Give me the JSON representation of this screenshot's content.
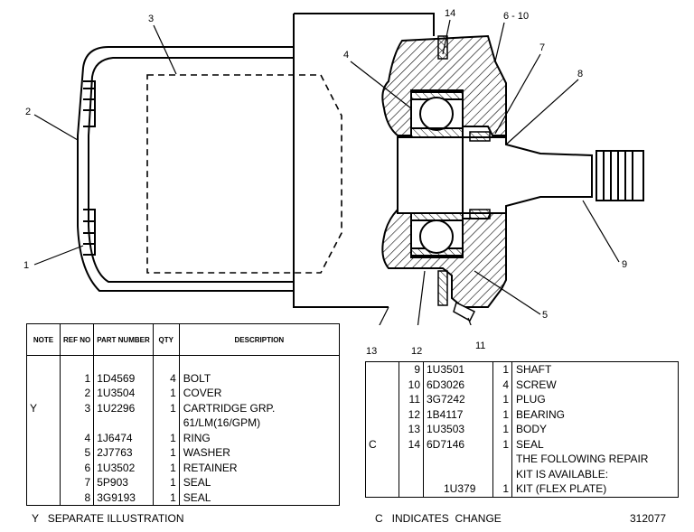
{
  "callouts": [
    "14",
    "6 - 10",
    "3",
    "4",
    "7",
    "8",
    "2",
    "1",
    "9",
    "5",
    "13",
    "12",
    "11"
  ],
  "left_table": {
    "headers": {
      "note": "NOTE",
      "ref_no": "REF NO",
      "part_number": "PART NUMBER",
      "qty": "QTY",
      "description": "DESCRIPTION"
    },
    "rows": [
      {
        "note": "",
        "ref": "1",
        "part": "1D4569",
        "qty": "4",
        "desc": "BOLT"
      },
      {
        "note": "",
        "ref": "2",
        "part": "1U3504",
        "qty": "1",
        "desc": "COVER"
      },
      {
        "note": "Y",
        "ref": "3",
        "part": "1U2296",
        "qty": "1",
        "desc": "CARTRIDGE GRP."
      },
      {
        "note": "",
        "ref": "",
        "part": "",
        "qty": "",
        "desc": "61/LM(16/GPM)"
      },
      {
        "note": "",
        "ref": "4",
        "part": "1J6474",
        "qty": "1",
        "desc": "RING"
      },
      {
        "note": "",
        "ref": "5",
        "part": "2J7763",
        "qty": "1",
        "desc": "WASHER"
      },
      {
        "note": "",
        "ref": "6",
        "part": "1U3502",
        "qty": "1",
        "desc": "RETAINER"
      },
      {
        "note": "",
        "ref": "7",
        "part": "5P903",
        "qty": "1",
        "desc": "SEAL"
      },
      {
        "note": "",
        "ref": "8",
        "part": "3G9193",
        "qty": "1",
        "desc": "SEAL"
      }
    ]
  },
  "right_table": {
    "rows": [
      {
        "note": "",
        "ref": "9",
        "part": "1U3501",
        "qty": "1",
        "desc": "SHAFT"
      },
      {
        "note": "",
        "ref": "10",
        "part": "6D3026",
        "qty": "4",
        "desc": "SCREW"
      },
      {
        "note": "",
        "ref": "11",
        "part": "3G7242",
        "qty": "1",
        "desc": "PLUG"
      },
      {
        "note": "",
        "ref": "12",
        "part": "1B4117",
        "qty": "1",
        "desc": "BEARING"
      },
      {
        "note": "",
        "ref": "13",
        "part": "1U3503",
        "qty": "1",
        "desc": "BODY"
      },
      {
        "note": "C",
        "ref": "14",
        "part": "6D7146",
        "qty": "1",
        "desc": "SEAL"
      },
      {
        "note": "",
        "ref": "",
        "part": "",
        "qty": "",
        "desc": "THE FOLLOWING REPAIR"
      },
      {
        "note": "",
        "ref": "",
        "part": "",
        "qty": "",
        "desc": "KIT IS AVAILABLE:"
      },
      {
        "note": "",
        "ref": "",
        "part": "1U379",
        "qty": "1",
        "desc": "KIT (FLEX PLATE)"
      }
    ]
  },
  "footer": {
    "left": "Y   SEPARATE ILLUSTRATION",
    "center": "C   INDICATES  CHANGE",
    "right": "312077"
  }
}
